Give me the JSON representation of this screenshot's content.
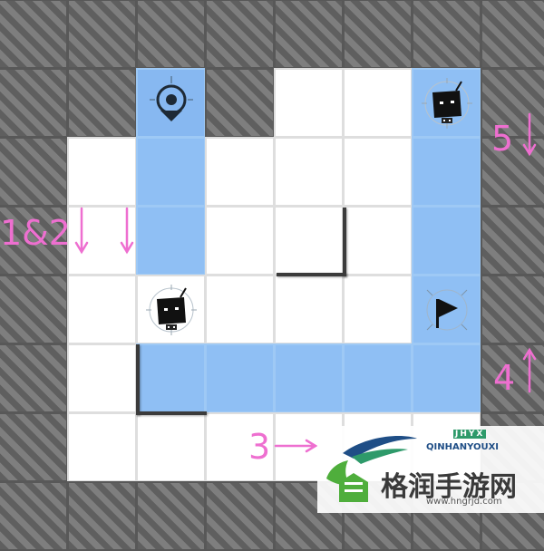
{
  "grid": {
    "cols": 8,
    "rows": 8,
    "cells": [
      "WWWWWWWW",
      "WWPWFFAW",
      "WFBFFFBW",
      "WFBFFFBW",
      "WFEFFFBW",
      "WFBBBBBW",
      "WFFFFFFW",
      "WWWWWWWW"
    ],
    "legend": {
      "W": "wall",
      "F": "floor",
      "B": "path",
      "P": "player",
      "A": "robot-guard",
      "E": "robot-guard",
      "G": "goal"
    }
  },
  "pieces": [
    {
      "type": "player",
      "icon": "target-icon",
      "col": 2,
      "row": 1
    },
    {
      "type": "robot",
      "icon": "robot-guard-icon",
      "col": 6,
      "row": 1
    },
    {
      "type": "robot",
      "icon": "robot-guard-icon",
      "col": 2,
      "row": 4
    },
    {
      "type": "goal",
      "icon": "flag-icon",
      "col": 6,
      "row": 4
    }
  ],
  "annotations": {
    "a1": "1&2",
    "a2": "5",
    "a3": "4",
    "a4": "3",
    "color": "#ee6fd0"
  },
  "watermark": {
    "badge": "JHYX",
    "brand": "QINHANYOUXI",
    "site_name": "格润手游网",
    "url": "www.hngrjd.com"
  },
  "colors": {
    "path": "#8fbff4",
    "player_cell": "#87b8f1",
    "wall": "#727272",
    "floor": "#ffffff"
  }
}
